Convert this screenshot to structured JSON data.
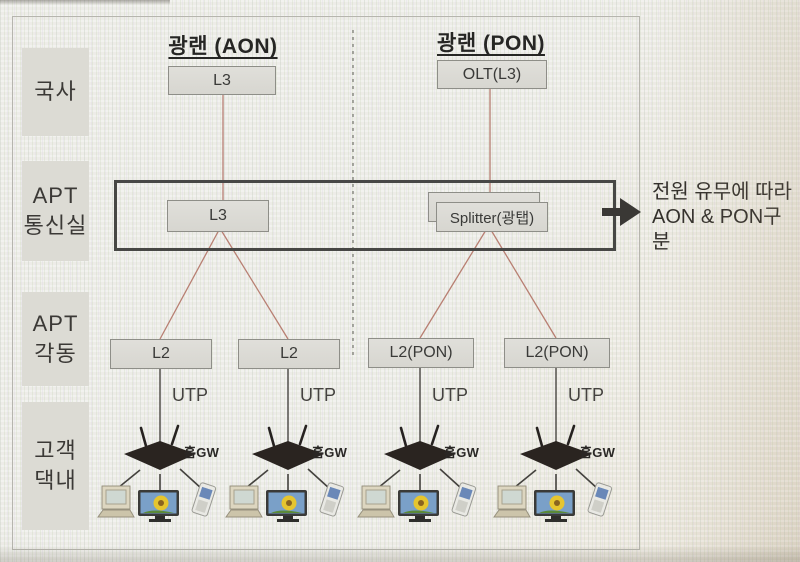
{
  "titles": {
    "aon": "광랜 (AON)",
    "pon": "광랜 (PON)"
  },
  "row_labels": {
    "guksa": "국사",
    "apt_comm_room": "APT\n통신실",
    "apt_each_building": "APT\n각동",
    "customer_premises": "고객\n댁내"
  },
  "nodes": {
    "l3_top": "L3",
    "olt": "OLT(L3)",
    "l3_apt": "L3",
    "splitter": "Splitter(광탭)",
    "l2_1": "L2",
    "l2_2": "L2",
    "l2pon_1": "L2(PON)",
    "l2pon_2": "L2(PON)"
  },
  "labels": {
    "utp": "UTP",
    "home_gw": "홈GW"
  },
  "annotation": {
    "line1": "전원 유무에 따라",
    "line2": "AON & PON구분"
  },
  "colors": {
    "fiber_line": "#b87f72",
    "utp_line": "#55524e",
    "highlight_border": "#474745",
    "box_fill": "#dbdad4",
    "box_border": "#8e8e88",
    "arrow": "#3a3835"
  }
}
